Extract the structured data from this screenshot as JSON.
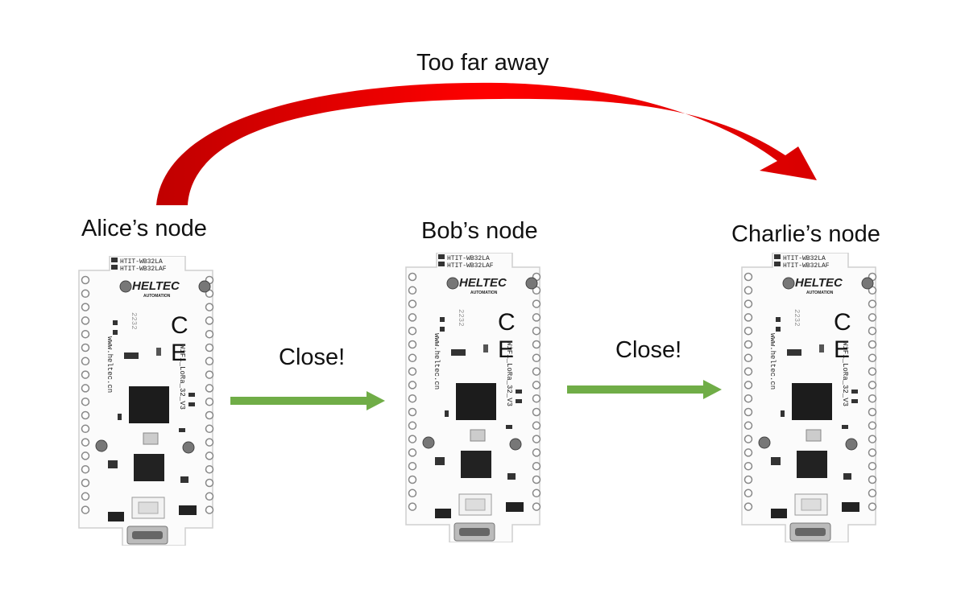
{
  "title_arc": "Too far away",
  "nodes": [
    {
      "label": "Alice’s node"
    },
    {
      "label": "Bob’s node"
    },
    {
      "label": "Charlie’s node"
    }
  ],
  "links": [
    {
      "label": "Close!",
      "color": "#70ad47"
    },
    {
      "label": "Close!",
      "color": "#70ad47"
    }
  ],
  "far_link": {
    "color": "#e00000"
  },
  "board": {
    "model_line1": "HTIT-WB32LA",
    "model_line2": "HTIT-WB32LAF",
    "brand": "HELTEC",
    "brand_sub": "AUTOMATION",
    "product": "WiFi_LoRa_32_V3",
    "url": "www.heltec.cn",
    "date_code": "2232"
  }
}
